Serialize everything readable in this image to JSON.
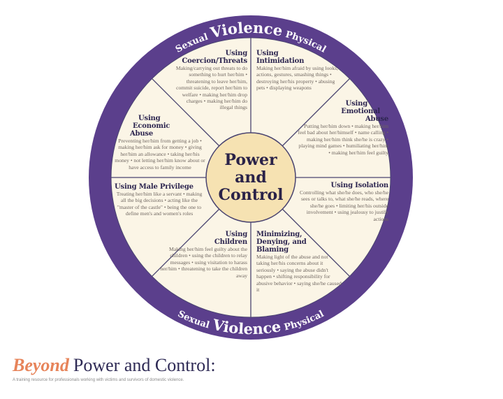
{
  "colors": {
    "ring": "#5b3f8c",
    "field": "#fbf5e6",
    "hub": "#f6e2b2",
    "divider": "#4a4470",
    "heading": "#2d2650",
    "body": "#6f6660",
    "brand_orange": "#e7845a",
    "brand_navy": "#2e2a55"
  },
  "ring": {
    "top": {
      "left": "Sexual",
      "center": "Violence",
      "right": "Physical"
    },
    "bottom": {
      "left": "Sexual",
      "center": "Violence",
      "right": "Physical"
    }
  },
  "hub": {
    "line1": "Power",
    "line2": "and",
    "line3": "Control"
  },
  "sections": [
    {
      "title1": "Using",
      "title2": "Coercion/Threats",
      "body": "Making/carrying out threats to do something to hurt her/him • threatening to leave her/him, commit suicide, report her/him to welfare • making her/him drop charges • making her/him do illegal things"
    },
    {
      "title1": "Using",
      "title2": "Intimidation",
      "body": "Making her/him afraid by using looks, actions, gestures, smashing things • destroying her/his property • abusing pets • displaying weapons"
    },
    {
      "title1": "Using",
      "title2": "Emotional",
      "title3": "Abuse",
      "body": "Putting her/him down • making her/him feel bad about her/himself • name calling • making her/him think she/he is crazy • playing mind games • humiliating her/him • making her/him feel guilty"
    },
    {
      "title1": "Using Isolation",
      "body": "Controlling what she/he does, who she/he sees or talks to, what she/he reads, where she/he goes • limiting her/his outside involvement • using jealousy to justify actions"
    },
    {
      "title1": "Minimizing,",
      "title2": "Denying, and",
      "title3": "Blaming",
      "body": "Making light of the abuse and not taking her/his concerns about it seriously • saying the abuse didn't happen • shifting responsibility for abusive behavior • saying she/he caused it"
    },
    {
      "title1": "Using",
      "title2": "Children",
      "body": "Making her/him feel guilty about the children • using the children to relay messages • using visitation to harass her/him • threatening to take the children away"
    },
    {
      "title1": "Using Male Privilege",
      "body": "Treating her/him like a servant • making all the big decisions • acting like the \"master of the castle\" • being the one to define men's and women's roles"
    },
    {
      "title1": "Using",
      "title2": "Economic",
      "title3": "Abuse",
      "body": "Preventing her/him from getting a job • making her/him ask for money • giving her/him an allowance • taking her/his money • not letting her/him know about or have access to family income"
    }
  ],
  "footer": {
    "brand": "Beyond",
    "title": "Power and Control:",
    "subtitle": "A training resource for professionals working with victims and survivors of domestic violence."
  }
}
